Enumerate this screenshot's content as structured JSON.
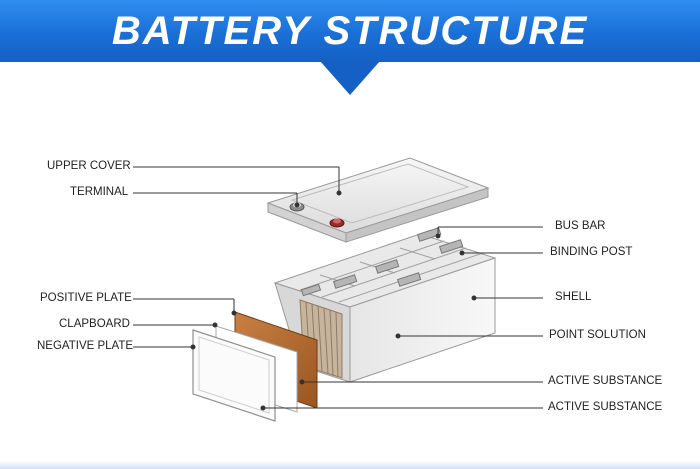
{
  "header": {
    "title": "BATTERY STRUCTURE"
  },
  "labels": {
    "upper_cover": "UPPER COVER",
    "terminal": "TERMINAL",
    "positive_plate": "POSITIVE PLATE",
    "clapboard": "CLAPBOARD",
    "negative_plate": "NEGATIVE PLATE",
    "bus_bar": "BUS BAR",
    "binding_post": "BINDING POST",
    "shell": "SHELL",
    "point_solution": "POINT SOLUTION",
    "active_substance_1": "ACTIVE SUBSTANCE",
    "active_substance_2": "ACTIVE SUBSTANCE"
  },
  "colors": {
    "banner": "#1a6fd6",
    "plate_brown": "#b86a2c",
    "casing": "#f2f2f2",
    "outline": "#9a9a9a"
  }
}
